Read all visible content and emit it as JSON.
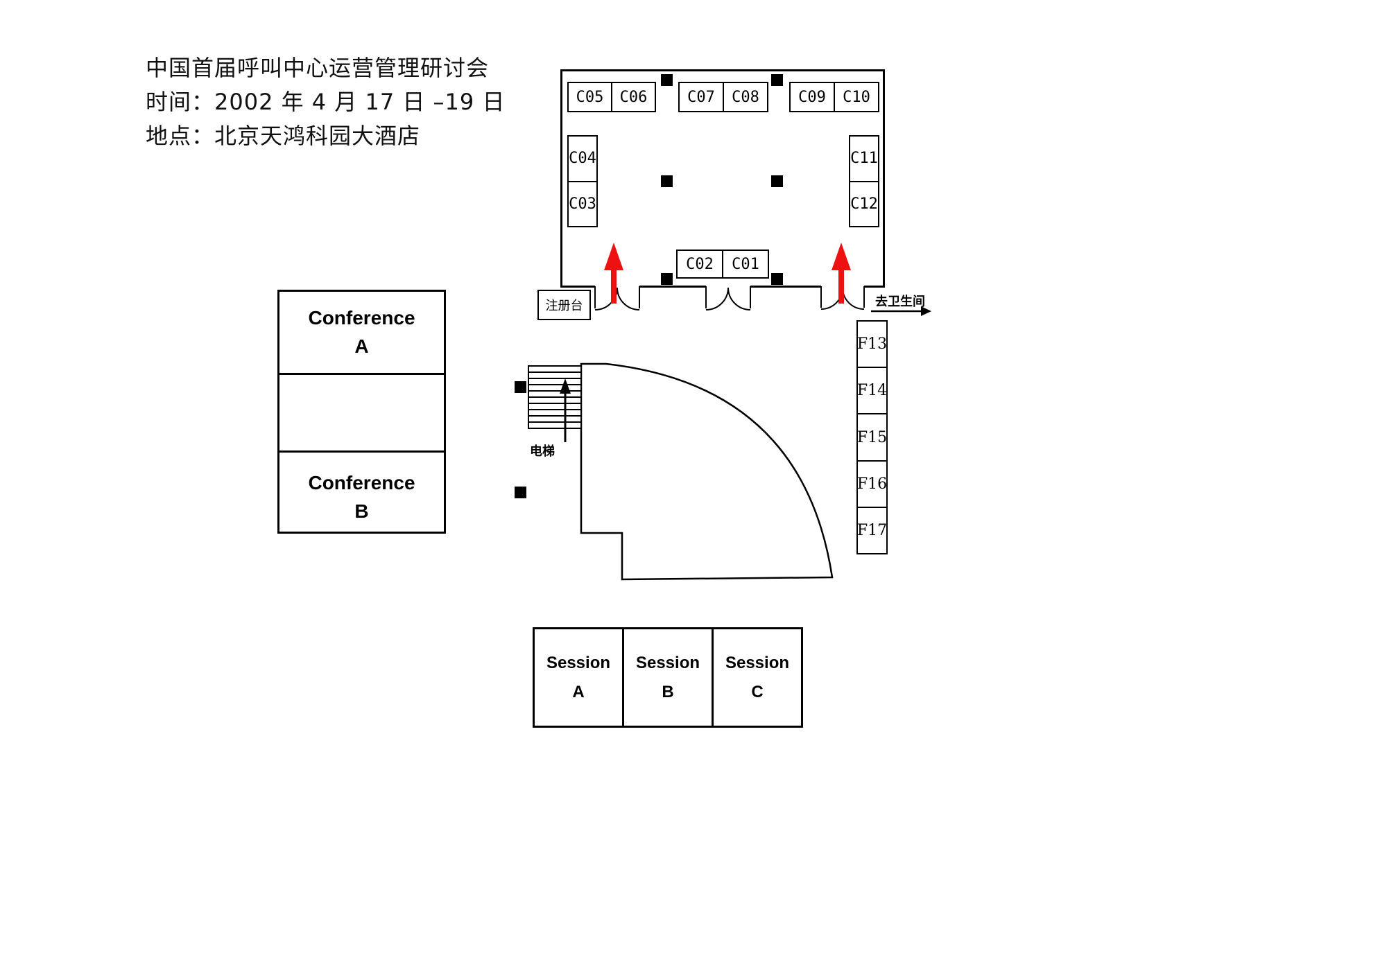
{
  "header": {
    "title": "中国首届呼叫中心运营管理研讨会",
    "date_line": "时间：2002 年 4 月 17 日 –19 日",
    "venue_line": "地点：北京天鸿科园大酒店"
  },
  "booths": {
    "c01": "C01",
    "c02": "C02",
    "c03": "C03",
    "c04": "C04",
    "c05": "C05",
    "c06": "C06",
    "c07": "C07",
    "c08": "C08",
    "c09": "C09",
    "c10": "C10",
    "c11": "C11",
    "c12": "C12",
    "f13": "F13",
    "f14": "F14",
    "f15": "F15",
    "f16": "F16",
    "f17": "F17"
  },
  "rooms": {
    "conference_a": {
      "name": "Conference",
      "letter": "A"
    },
    "conference_b": {
      "name": "Conference",
      "letter": "B"
    },
    "session_a": {
      "name": "Session",
      "letter": "A"
    },
    "session_b": {
      "name": "Session",
      "letter": "B"
    },
    "session_c": {
      "name": "Session",
      "letter": "C"
    }
  },
  "labels": {
    "registration": "注册台",
    "restroom": "去卫生间",
    "elevator": "电梯"
  },
  "colors": {
    "arrow_red": "#ee1111"
  }
}
